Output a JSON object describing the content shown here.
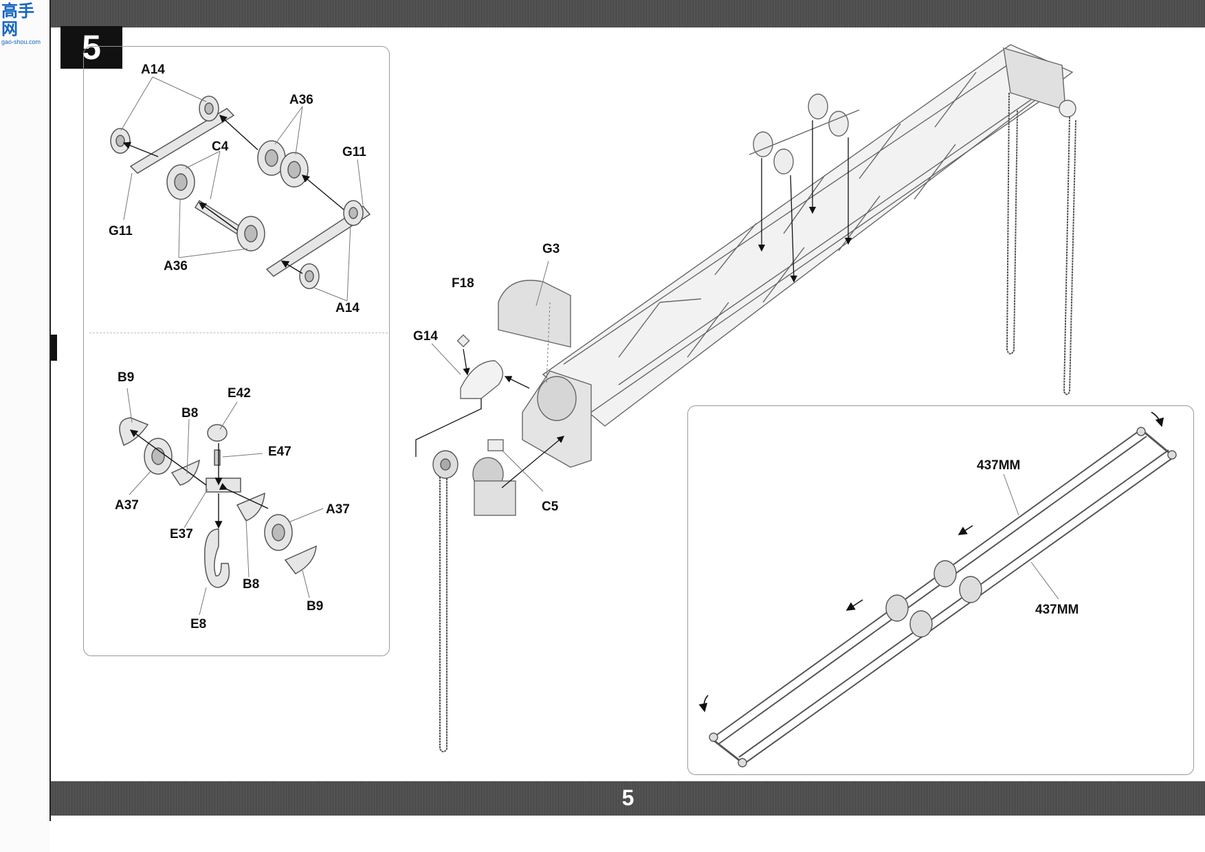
{
  "watermark": {
    "logo": "高手网",
    "url": "gao-shou.com"
  },
  "page_number": "5",
  "step_number": "5",
  "axle_assembly": {
    "labels": {
      "a14_top": "A14",
      "a36_top": "A36",
      "c4": "C4",
      "g11_right": "G11",
      "g11_left": "G11",
      "a36_bottom": "A36",
      "a14_bottom": "A14"
    }
  },
  "hook_assembly": {
    "labels": {
      "b9_top": "B9",
      "b8_top": "B8",
      "e42": "E42",
      "e47": "E47",
      "a37_left": "A37",
      "a37_right": "A37",
      "e37": "E37",
      "b8_bottom": "B8",
      "b9_bottom": "B9",
      "e8": "E8"
    }
  },
  "main_assembly": {
    "labels": {
      "g3": "G3",
      "f18": "F18",
      "g14": "G14",
      "c5": "C5"
    }
  },
  "chain_diagram": {
    "length_top": "437MM",
    "length_bottom": "437MM"
  }
}
